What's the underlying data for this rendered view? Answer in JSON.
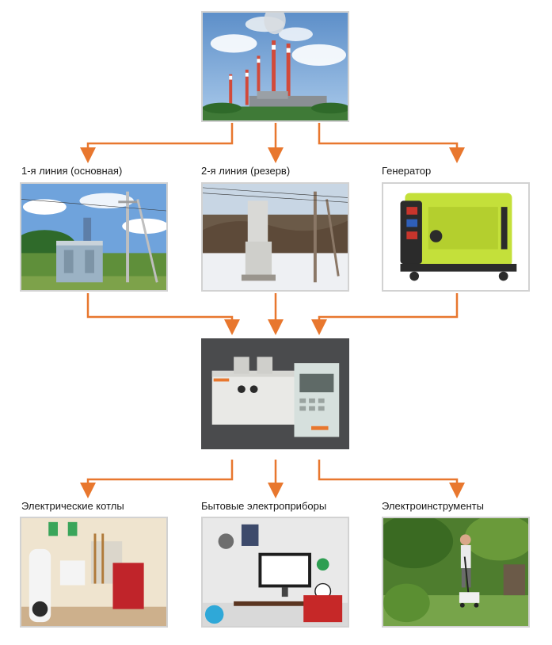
{
  "sources": {
    "power_plant": {
      "icon": "power-plant-photo"
    },
    "line1": {
      "label": "1-я линия (основная)",
      "icon": "transformer-substation-photo"
    },
    "line2": {
      "label": "2-я линия (резерв)",
      "icon": "pole-transformer-photo"
    },
    "generator": {
      "label": "Генератор",
      "icon": "generator-photo"
    }
  },
  "switch_unit": {
    "icon": "ats-switch-photo"
  },
  "consumers": {
    "boilers": {
      "label": "Электрические котлы",
      "icon": "boiler-room-photo"
    },
    "appliances": {
      "label": "Бытовые электроприборы",
      "icon": "home-office-photo"
    },
    "tools": {
      "label": "Электроинструменты",
      "icon": "lawn-mower-photo"
    }
  },
  "colors": {
    "connector": "#e8772e",
    "frame": "#d2d2d2",
    "generator_body": "#c4e03a",
    "dark_panel": "#4a4b4d"
  }
}
